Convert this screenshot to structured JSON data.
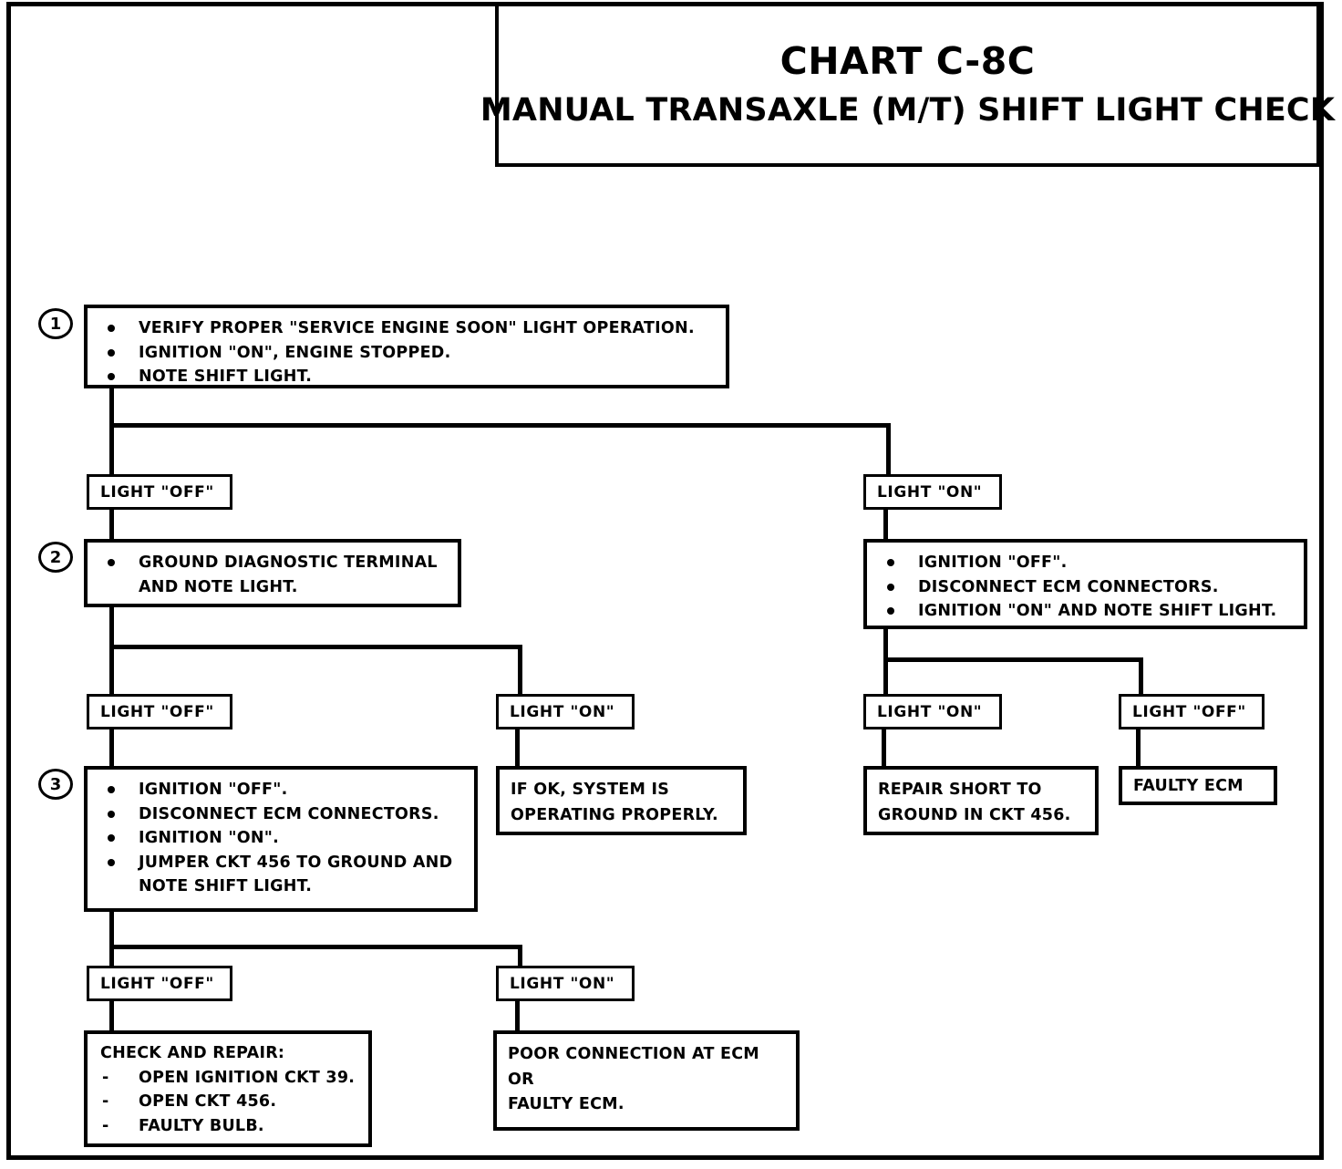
{
  "title": {
    "chart_id": "CHART C-8C",
    "chart_name": "MANUAL TRANSAXLE (M/T) SHIFT LIGHT CHECK"
  },
  "steps": {
    "one": {
      "number": "1",
      "items": [
        "VERIFY PROPER \"SERVICE ENGINE SOON\" LIGHT OPERATION.",
        "IGNITION \"ON\", ENGINE  STOPPED.",
        "NOTE SHIFT LIGHT."
      ]
    },
    "two_left": {
      "number": "2",
      "items": [
        "GROUND DIAGNOSTIC TERMINAL",
        "AND NOTE LIGHT."
      ]
    },
    "two_right": {
      "items": [
        "IGNITION \"OFF\".",
        "DISCONNECT ECM  CONNECTORS.",
        "IGNITION \"ON\" AND NOTE SHIFT LIGHT."
      ]
    },
    "three": {
      "number": "3",
      "items": [
        "IGNITION \"OFF\".",
        "DISCONNECT ECM CONNECTORS.",
        "IGNITION \"ON\".",
        "JUMPER CKT 456 TO GROUND AND",
        "NOTE SHIFT LIGHT."
      ]
    }
  },
  "conditions": {
    "l1_off": "LIGHT \"OFF\"",
    "l1_on": "LIGHT \"ON\"",
    "l2_off": "LIGHT \"OFF\"",
    "l2_on": "LIGHT \"ON\"",
    "r2_on": "LIGHT \"ON\"",
    "r2_off": "LIGHT \"OFF\"",
    "l3_off": "LIGHT \"OFF\"",
    "l3_on": "LIGHT \"ON\""
  },
  "outcomes": {
    "system_ok": [
      "IF OK, SYSTEM IS",
      "OPERATING PROPERLY."
    ],
    "repair_short": [
      "REPAIR SHORT TO",
      "GROUND IN CKT 456."
    ],
    "faulty_ecm": [
      "FAULTY ECM"
    ],
    "check_and_repair": {
      "heading": "CHECK AND REPAIR:",
      "items": [
        "OPEN IGNITION CKT 39.",
        "OPEN CKT 456.",
        "FAULTY BULB."
      ]
    },
    "poor_connection": [
      "POOR CONNECTION AT ECM",
      "OR",
      "FAULTY ECM."
    ]
  }
}
